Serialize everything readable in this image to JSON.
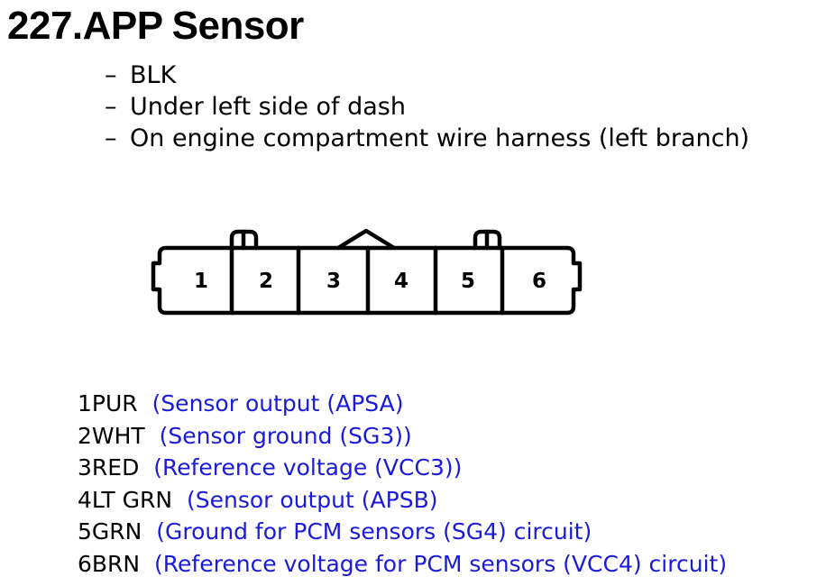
{
  "title": {
    "number": "227.",
    "name": "APP",
    "word": "Sensor"
  },
  "details": [
    {
      "dash": "–",
      "text": "BLK"
    },
    {
      "dash": "–",
      "text": "Under left side of dash"
    },
    {
      "dash": "–",
      "text": "On engine compartment wire harness (left branch)"
    }
  ],
  "connector": {
    "pins": [
      "1",
      "2",
      "3",
      "4",
      "5",
      "6"
    ]
  },
  "pinout": [
    {
      "pin": "1",
      "wire": "PUR",
      "gap": "  ",
      "desc": "(Sensor output (APSA)"
    },
    {
      "pin": "2",
      "wire": "WHT",
      "gap": "  ",
      "desc": "(Sensor ground (SG3))"
    },
    {
      "pin": "3",
      "wire": "RED",
      "gap": "  ",
      "desc": "(Reference voltage (VCC3))"
    },
    {
      "pin": "4",
      "wire": "LT GRN",
      "gap": "  ",
      "desc": "(Sensor output (APSB)"
    },
    {
      "pin": "5",
      "wire": "GRN",
      "gap": "  ",
      "desc": "(Ground for PCM sensors (SG4) circuit)"
    },
    {
      "pin": "6",
      "wire": "BRN",
      "gap": "  ",
      "desc": "(Reference voltage for PCM sensors (VCC4) circuit)"
    }
  ],
  "colors": {
    "text": "#000000",
    "description": "#1a1adb"
  }
}
